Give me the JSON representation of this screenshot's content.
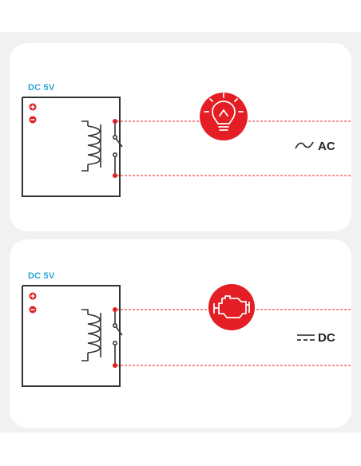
{
  "panels": [
    {
      "supply_label": "DC 5V",
      "load": "light-bulb-icon",
      "output_label": "AC",
      "output_symbol": "ac-wave-icon"
    },
    {
      "supply_label": "DC 5V",
      "load": "engine-icon",
      "output_label": "DC",
      "output_symbol": "dc-symbol-icon"
    }
  ],
  "colors": {
    "accent": "#e31e24",
    "supply": "#2aa4d6",
    "line": "#333333",
    "dash": "#e31e24"
  }
}
